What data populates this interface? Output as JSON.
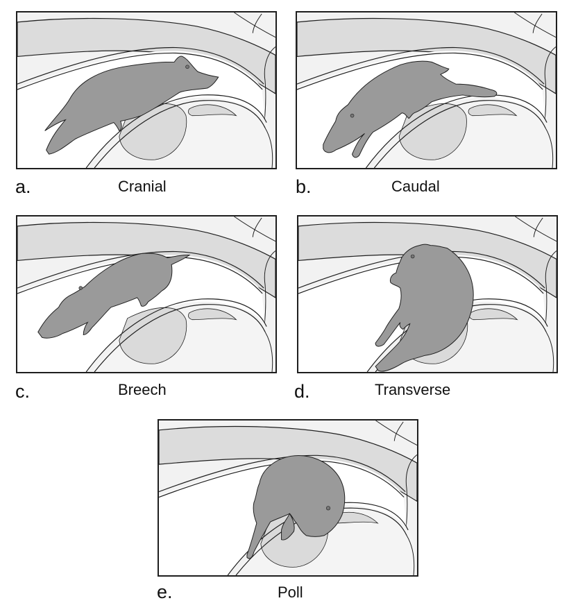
{
  "figure": {
    "panels": [
      {
        "id": "a",
        "letter": "a.",
        "caption": "Cranial",
        "presentation": "cranial"
      },
      {
        "id": "b",
        "letter": "b.",
        "caption": "Caudal",
        "presentation": "caudal"
      },
      {
        "id": "c",
        "letter": "c.",
        "caption": "Breech",
        "presentation": "breech"
      },
      {
        "id": "d",
        "letter": "d.",
        "caption": "Transverse",
        "presentation": "transverse"
      },
      {
        "id": "e",
        "letter": "e.",
        "caption": "Poll",
        "presentation": "poll"
      }
    ],
    "colors": {
      "outline": "#1e1e1e",
      "piglet_fill": "#9a9a9a",
      "band_fill": "#dcdcdc",
      "background_tissue": "#f2f2f2",
      "canal": "#ffffff",
      "lower_mass": "#f4f4f4",
      "bladder": "#dadada"
    }
  }
}
